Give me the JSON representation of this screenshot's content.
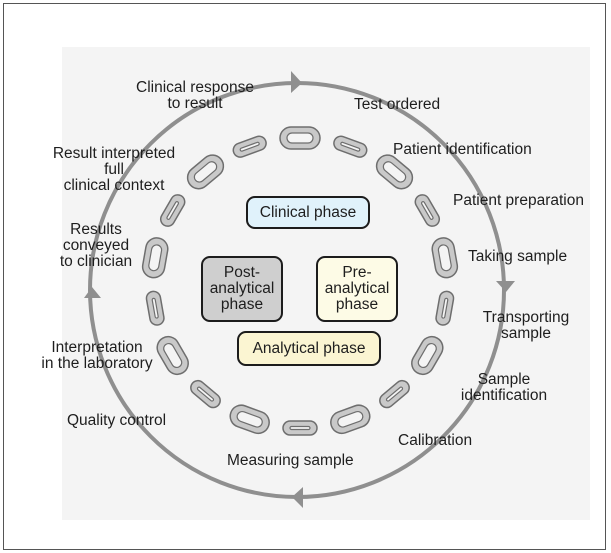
{
  "outer_labels": {
    "clinical_response": [
      "Clinical response",
      "to result"
    ],
    "test_ordered": [
      "Test ordered"
    ],
    "patient_identification": [
      "Patient identification"
    ],
    "patient_preparation": [
      "Patient preparation"
    ],
    "taking_sample": [
      "Taking sample"
    ],
    "transporting_sample": [
      "Transporting",
      "sample"
    ],
    "sample_identification": [
      "Sample",
      "identification"
    ],
    "calibration": [
      "Calibration"
    ],
    "measuring_sample": [
      "Measuring sample"
    ],
    "quality_control": [
      "Quality control"
    ],
    "interpretation_lab": [
      "Interpretation",
      "in the laboratory"
    ],
    "results_conveyed": [
      "Results",
      "conveyed",
      "to clinician"
    ],
    "result_interpreted": [
      "Result interpreted",
      "full",
      "clinical context"
    ]
  },
  "phases": {
    "clinical": {
      "label": [
        "Clinical phase"
      ],
      "color": "#e0f2fb"
    },
    "post_analytical": {
      "label": [
        "Post-",
        "analytical",
        "phase"
      ],
      "color": "#cfcfcf"
    },
    "pre_analytical": {
      "label": [
        "Pre-",
        "analytical",
        "phase"
      ],
      "color": "#fdfbe6"
    },
    "analytical": {
      "label": [
        "Analytical phase"
      ],
      "color": "#fbf5d2"
    }
  },
  "colors": {
    "ring": "#8f8f8f",
    "chain_fill": "#c9c9c9",
    "chain_stroke": "#6e6e6e",
    "border": "#1c1c1c"
  }
}
